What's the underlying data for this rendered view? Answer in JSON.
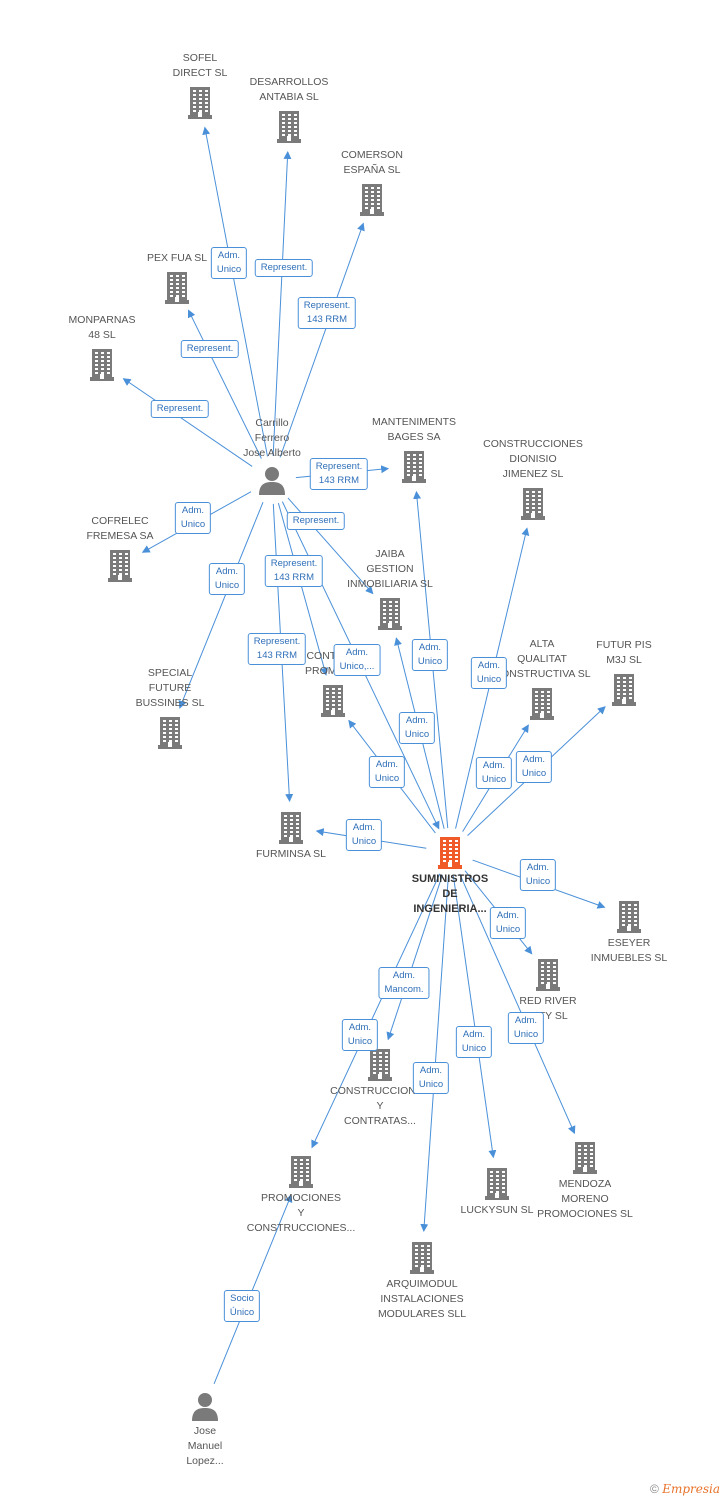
{
  "colors": {
    "edge": "#4a90d9",
    "building": "#7a7a7a",
    "center": "#f05a28",
    "person": "#7a7a7a"
  },
  "nodes": [
    {
      "id": "center",
      "kind": "center",
      "label": "SUMINISTROS\nDE\nINGENIERIA..."
    },
    {
      "id": "carrillo",
      "kind": "person",
      "label": "Carrillo\nFerrero\nJose Alberto"
    },
    {
      "id": "jose",
      "kind": "person",
      "label": "Jose\nManuel\nLopez..."
    },
    {
      "id": "sofel",
      "kind": "company",
      "label": "SOFEL\nDIRECT SL"
    },
    {
      "id": "desarrollos",
      "kind": "company",
      "label": "DESARROLLOS\nANTABIA SL"
    },
    {
      "id": "comerson",
      "kind": "company",
      "label": "COMERSON\nESPAÑA SL"
    },
    {
      "id": "pexfua",
      "kind": "company",
      "label": "PEX FUA SL"
    },
    {
      "id": "monparnas",
      "kind": "company",
      "label": "MONPARNAS\n48 SL"
    },
    {
      "id": "manteniments",
      "kind": "company",
      "label": "MANTENIMENTS\nBAGES SA"
    },
    {
      "id": "dionisio",
      "kind": "company",
      "label": "CONSTRUCCIONES\nDIONISIO\nJIMENEZ SL"
    },
    {
      "id": "cofrelec",
      "kind": "company",
      "label": "COFRELEC\nFREMESA SA"
    },
    {
      "id": "jaiba",
      "kind": "company",
      "label": "JAIBA\nGESTION\nINMOBILIARIA SL"
    },
    {
      "id": "contra",
      "kind": "company",
      "label": "CONTRA...\nPROMOC..."
    },
    {
      "id": "alta",
      "kind": "company",
      "label": "ALTA\nQUALITAT\nCONSTRUCTIVA SL"
    },
    {
      "id": "futur",
      "kind": "company",
      "label": "FUTUR PIS\nM3J SL"
    },
    {
      "id": "special",
      "kind": "company",
      "label": "SPECIAL\nFUTURE\nBUSSINES SL"
    },
    {
      "id": "furminsa",
      "kind": "company",
      "label": "FURMINSA SL"
    },
    {
      "id": "eseyer",
      "kind": "company",
      "label": "ESEYER\nINMUEBLES SL"
    },
    {
      "id": "redriver",
      "kind": "company",
      "label": "RED RIVER\nCITY SL"
    },
    {
      "id": "construcciones_y",
      "kind": "company",
      "label": "CONSTRUCCIONES\nY\nCONTRATAS..."
    },
    {
      "id": "promociones_y",
      "kind": "company",
      "label": "PROMOCIONES\nY\nCONSTRUCCIONES..."
    },
    {
      "id": "luckysun",
      "kind": "company",
      "label": "LUCKYSUN SL"
    },
    {
      "id": "mendoza",
      "kind": "company",
      "label": "MENDOZA\nMORENO\nPROMOCIONES SL"
    },
    {
      "id": "arquimodul",
      "kind": "company",
      "label": "ARQUIMODUL\nINSTALACIONES\nMODULARES SLL"
    }
  ],
  "edges": [
    {
      "from": "carrillo",
      "to": "sofel",
      "label": "Adm.\nUnico"
    },
    {
      "from": "carrillo",
      "to": "desarrollos",
      "label": "Represent."
    },
    {
      "from": "carrillo",
      "to": "comerson",
      "label": "Represent.\n143 RRM"
    },
    {
      "from": "carrillo",
      "to": "pexfua",
      "label": "Represent."
    },
    {
      "from": "carrillo",
      "to": "monparnas",
      "label": "Represent."
    },
    {
      "from": "carrillo",
      "to": "manteniments",
      "label": "Represent.\n143 RRM"
    },
    {
      "from": "carrillo",
      "to": "cofrelec",
      "label": "Adm.\nUnico"
    },
    {
      "from": "carrillo",
      "to": "jaiba",
      "label": "Represent."
    },
    {
      "from": "carrillo",
      "to": "special",
      "label": "Adm.\nUnico"
    },
    {
      "from": "carrillo",
      "to": "contra",
      "label": "Represent.\n143 RRM"
    },
    {
      "from": "carrillo",
      "to": "furminsa",
      "label": "Represent.\n143 RRM"
    },
    {
      "from": "carrillo",
      "to": "center",
      "label": "Adm.\nUnico,..."
    },
    {
      "from": "center",
      "to": "manteniments",
      "label": "Adm.\nUnico"
    },
    {
      "from": "center",
      "to": "dionisio",
      "label": "Adm.\nUnico"
    },
    {
      "from": "center",
      "to": "jaiba",
      "label": "Adm.\nUnico"
    },
    {
      "from": "center",
      "to": "contra",
      "label": "Adm.\nUnico"
    },
    {
      "from": "center",
      "to": "alta",
      "label": "Adm.\nUnico"
    },
    {
      "from": "center",
      "to": "futur",
      "label": "Adm.\nUnico"
    },
    {
      "from": "center",
      "to": "furminsa",
      "label": "Adm.\nUnico"
    },
    {
      "from": "center",
      "to": "eseyer",
      "label": "Adm.\nUnico"
    },
    {
      "from": "center",
      "to": "redriver",
      "label": "Adm.\nUnico"
    },
    {
      "from": "center",
      "to": "construcciones_y",
      "label": "Adm.\nUnico"
    },
    {
      "from": "center",
      "to": "promociones_y",
      "label": "Adm.\nMancom."
    },
    {
      "from": "center",
      "to": "luckysun",
      "label": "Adm.\nUnico"
    },
    {
      "from": "center",
      "to": "mendoza",
      "label": "Adm.\nUnico"
    },
    {
      "from": "center",
      "to": "arquimodul",
      "label": "Adm.\nUnico"
    },
    {
      "from": "jose",
      "to": "promociones_y",
      "label": "Socio\nÚnico"
    }
  ],
  "footer": {
    "copyright": "©",
    "brand": "Empresia"
  }
}
